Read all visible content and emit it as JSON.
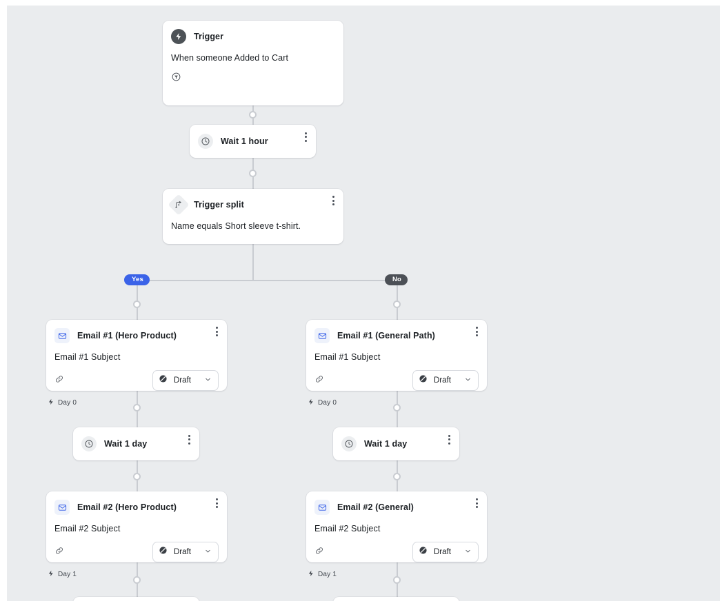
{
  "canvas": {
    "background": "#eaecee",
    "connector_color": "#c9ccd1"
  },
  "colors": {
    "yes_badge": "#3b63e8",
    "no_badge": "#4c5056",
    "mail_icon": "#3b63e8",
    "trigger_icon_bg": "#4d5257",
    "card_bg": "#ffffff",
    "text": "#1b1f23"
  },
  "nodes": {
    "trigger": {
      "title": "Trigger",
      "subtitle": "When someone Added to Cart",
      "icon": "lightning-bolt-icon",
      "footer_icon": "filter-icon"
    },
    "wait_1_hour": {
      "title": "Wait 1 hour",
      "icon": "clock-icon",
      "menu": "kebab-menu-icon"
    },
    "trigger_split": {
      "title": "Trigger split",
      "subtitle": "Name equals Short sleeve t-shirt.",
      "icon": "split-branch-icon",
      "menu": "kebab-menu-icon"
    },
    "branch_labels": {
      "yes": "Yes",
      "no": "No"
    },
    "email_1_hero": {
      "title": "Email #1 (Hero Product)",
      "subtitle": "Email #1 Subject",
      "icon": "envelope-icon",
      "footer_icon": "link-icon",
      "status": "Draft",
      "status_icon": "draft-slash-circle-icon",
      "chevron": "chevron-down-icon",
      "daystamp": "Day 0",
      "daystamp_icon": "lightning-bolt-icon"
    },
    "email_1_general": {
      "title": "Email #1 (General Path)",
      "subtitle": "Email #1 Subject",
      "icon": "envelope-icon",
      "footer_icon": "link-icon",
      "status": "Draft",
      "status_icon": "draft-slash-circle-icon",
      "chevron": "chevron-down-icon",
      "daystamp": "Day 0",
      "daystamp_icon": "lightning-bolt-icon"
    },
    "wait_1_day_left": {
      "title": "Wait 1 day",
      "icon": "clock-icon",
      "menu": "kebab-menu-icon"
    },
    "wait_1_day_right": {
      "title": "Wait 1 day",
      "icon": "clock-icon",
      "menu": "kebab-menu-icon"
    },
    "email_2_hero": {
      "title": "Email #2 (Hero Product)",
      "subtitle": "Email #2 Subject",
      "icon": "envelope-icon",
      "footer_icon": "link-icon",
      "status": "Draft",
      "status_icon": "draft-slash-circle-icon",
      "chevron": "chevron-down-icon",
      "daystamp": "Day 1",
      "daystamp_icon": "lightning-bolt-icon"
    },
    "email_2_general": {
      "title": "Email #2 (General)",
      "subtitle": "Email #2 Subject",
      "icon": "envelope-icon",
      "footer_icon": "link-icon",
      "status": "Draft",
      "status_icon": "draft-slash-circle-icon",
      "chevron": "chevron-down-icon",
      "daystamp": "Day 1",
      "daystamp_icon": "lightning-bolt-icon"
    }
  }
}
